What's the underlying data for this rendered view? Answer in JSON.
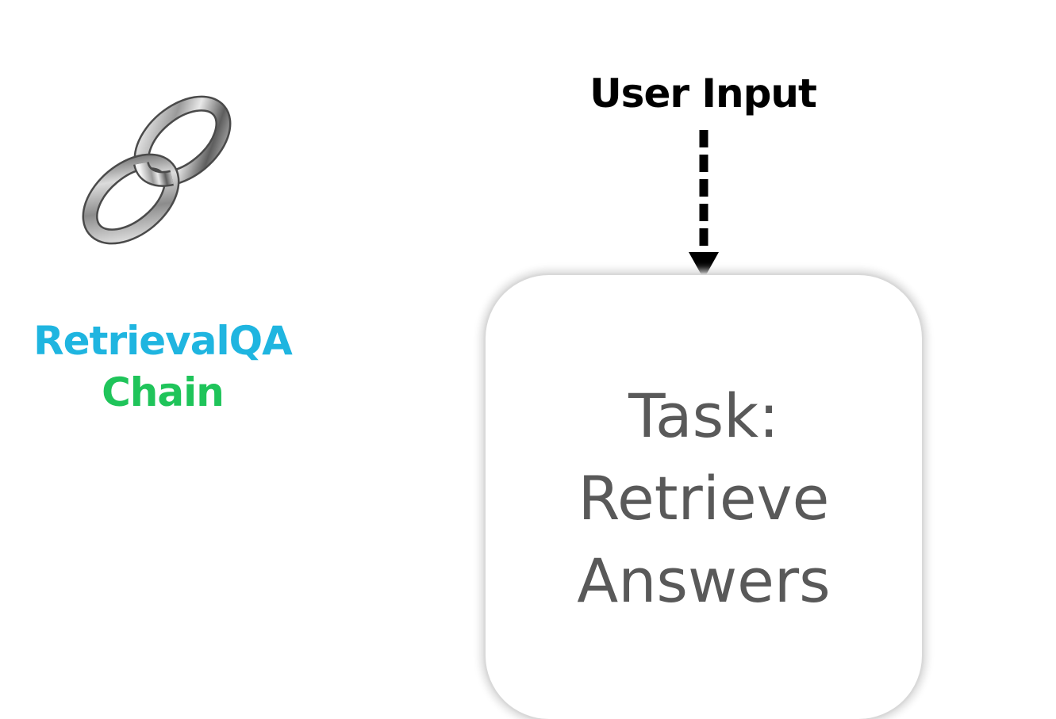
{
  "chain": {
    "title_line1": "RetrievalQA",
    "title_line2": "Chain",
    "title_line1_color": "#1fb5e0",
    "title_line2_color": "#1fc45a",
    "icon": "chain-link-icon"
  },
  "user_input": {
    "label": "User Input",
    "arrow": "dashed-down-arrow"
  },
  "task_box": {
    "lines": [
      "Task:",
      "Retrieve",
      "Answers"
    ],
    "text_color": "#595959"
  }
}
